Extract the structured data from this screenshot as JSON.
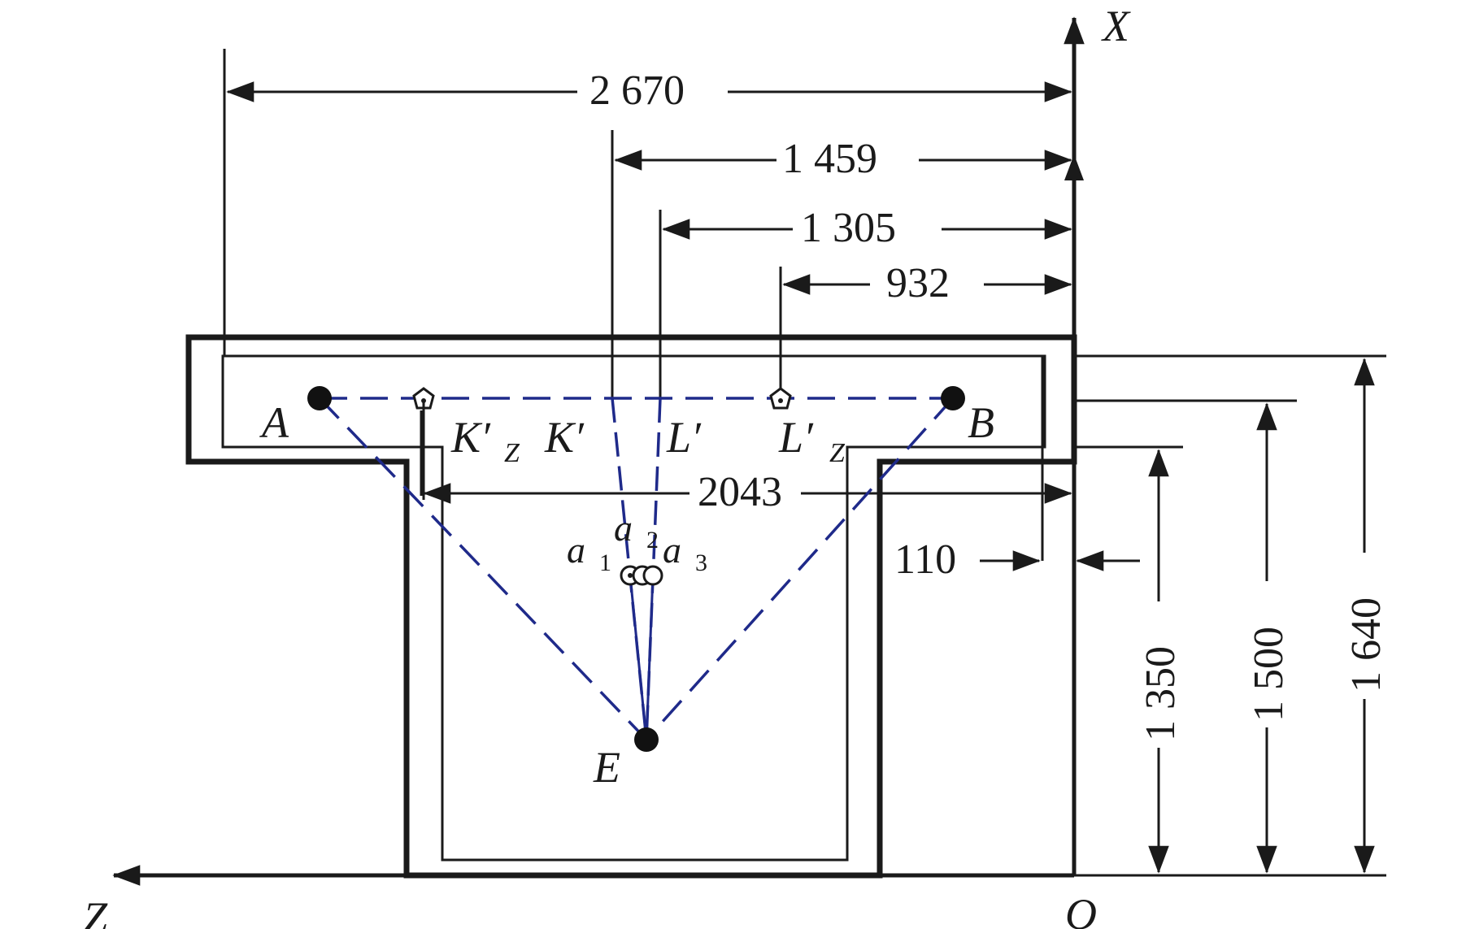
{
  "axes": {
    "x_label": "X",
    "z_label": "Z",
    "origin_label": "O"
  },
  "points": {
    "A": "A",
    "B": "B",
    "E": "E",
    "K_prime": "K′",
    "K_prime_z": "K′",
    "K_prime_z_sub": "Z",
    "L_prime": "L′",
    "L_prime_z": "L′",
    "L_prime_z_sub": "Z",
    "a1": "a",
    "a1_sub": "1",
    "a2": "a",
    "a2_sub": "2",
    "a3": "a",
    "a3_sub": "3"
  },
  "dimensions": {
    "d2670": "2 670",
    "d1459": "1 459",
    "d1305": "1 305",
    "d932": "932",
    "d2043": "2043",
    "d110": "110",
    "d1350": "1 350",
    "d1500": "1 500",
    "d1640": "1 640"
  },
  "colors": {
    "outline": "#1a1a1a",
    "sight_lines": "#1f2a8a"
  }
}
